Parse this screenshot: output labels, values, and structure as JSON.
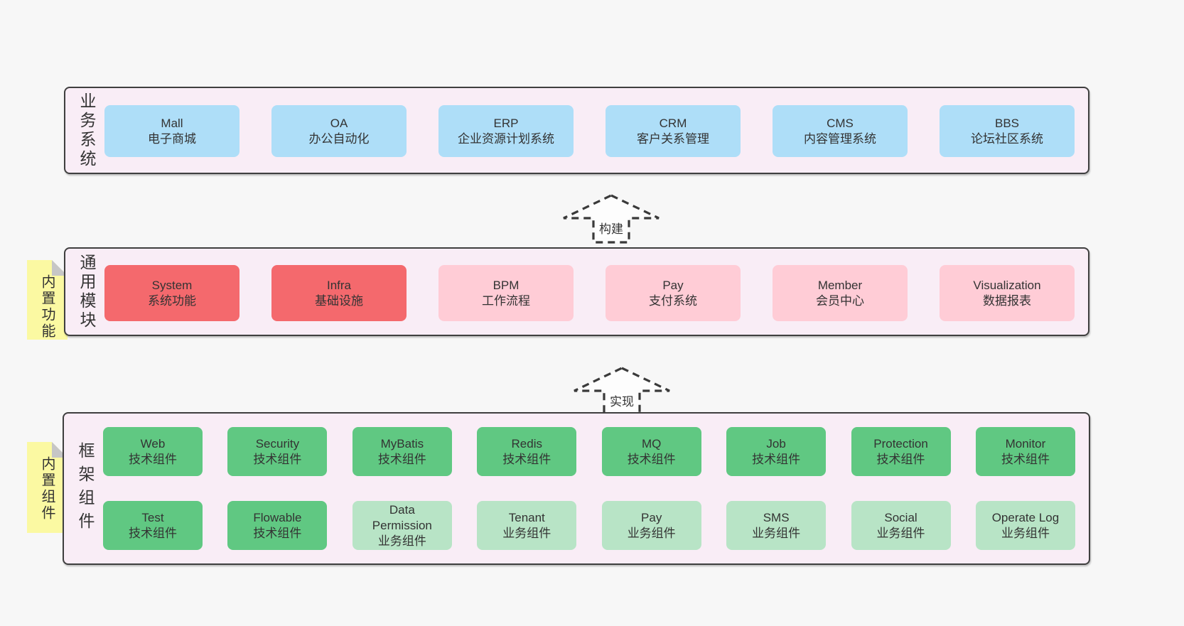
{
  "layers": [
    {
      "id": "business-systems",
      "label": "业务系统",
      "rows": [
        [
          {
            "title": "Mall",
            "subtitle": "电子商城",
            "variant": "blue"
          },
          {
            "title": "OA",
            "subtitle": "办公自动化",
            "variant": "blue"
          },
          {
            "title": "ERP",
            "subtitle": "企业资源计划系统",
            "variant": "blue"
          },
          {
            "title": "CRM",
            "subtitle": "客户关系管理",
            "variant": "blue"
          },
          {
            "title": "CMS",
            "subtitle": "内容管理系统",
            "variant": "blue"
          },
          {
            "title": "BBS",
            "subtitle": "论坛社区系统",
            "variant": "blue"
          }
        ]
      ]
    },
    {
      "id": "common-modules",
      "label": "通用模块",
      "tag": "内置功能",
      "rows": [
        [
          {
            "title": "System",
            "subtitle": "系统功能",
            "variant": "red"
          },
          {
            "title": "Infra",
            "subtitle": "基础设施",
            "variant": "red"
          },
          {
            "title": "BPM",
            "subtitle": "工作流程",
            "variant": "pink"
          },
          {
            "title": "Pay",
            "subtitle": "支付系统",
            "variant": "pink"
          },
          {
            "title": "Member",
            "subtitle": "会员中心",
            "variant": "pink"
          },
          {
            "title": "Visualization",
            "subtitle": "数据报表",
            "variant": "pink"
          }
        ]
      ]
    },
    {
      "id": "framework-components",
      "label": "框架组件",
      "tag": "内置组件",
      "rows": [
        [
          {
            "title": "Web",
            "subtitle": "技术组件",
            "variant": "green"
          },
          {
            "title": "Security",
            "subtitle": "技术组件",
            "variant": "green"
          },
          {
            "title": "MyBatis",
            "subtitle": "技术组件",
            "variant": "green"
          },
          {
            "title": "Redis",
            "subtitle": "技术组件",
            "variant": "green"
          },
          {
            "title": "MQ",
            "subtitle": "技术组件",
            "variant": "green"
          },
          {
            "title": "Job",
            "subtitle": "技术组件",
            "variant": "green"
          },
          {
            "title": "Protection",
            "subtitle": "技术组件",
            "variant": "green"
          },
          {
            "title": "Monitor",
            "subtitle": "技术组件",
            "variant": "green"
          }
        ],
        [
          {
            "title": "Test",
            "subtitle": "技术组件",
            "variant": "green"
          },
          {
            "title": "Flowable",
            "subtitle": "技术组件",
            "variant": "green"
          },
          {
            "title": "Data Permission",
            "subtitle": "业务组件",
            "variant": "light-green"
          },
          {
            "title": "Tenant",
            "subtitle": "业务组件",
            "variant": "light-green"
          },
          {
            "title": "Pay",
            "subtitle": "业务组件",
            "variant": "light-green"
          },
          {
            "title": "SMS",
            "subtitle": "业务组件",
            "variant": "light-green"
          },
          {
            "title": "Social",
            "subtitle": "业务组件",
            "variant": "light-green"
          },
          {
            "title": "Operate Log",
            "subtitle": "业务组件",
            "variant": "light-green"
          }
        ]
      ]
    }
  ],
  "arrows": [
    {
      "id": "build",
      "label": "构建"
    },
    {
      "id": "implement",
      "label": "实现"
    }
  ],
  "palette": {
    "page_background": "#f7f7f7",
    "panel_background": "#f9edf6",
    "panel_border": "#3f3f3f",
    "business_box_blue": "#aedef8",
    "core_module_red": "#f4696d",
    "module_pink": "#ffccd6",
    "tech_component_green": "#60c882",
    "biz_component_light_green": "#b8e4c6",
    "tag_yellow": "#fbf9a2",
    "tag_fold_gray": "#c6c6c6",
    "text": "#333333"
  }
}
